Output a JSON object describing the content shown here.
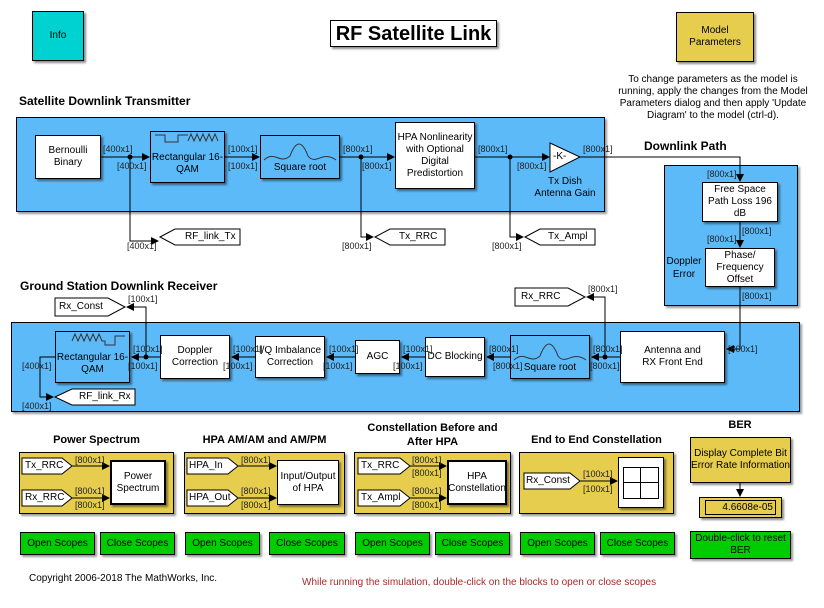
{
  "header": {
    "info_label": "Info",
    "title": "RF Satellite Link",
    "model_params_label": "Model Parameters",
    "note": "To change parameters as the model is running, apply the changes from the Model Parameters dialog and then apply 'Update Diagram' to the model (ctrl-d)."
  },
  "transmitter": {
    "title": "Satellite Downlink Transmitter",
    "bernoulli": "Bernoulli Binary",
    "qam": "Rectangular 16-QAM",
    "sqrt": "Square root",
    "hpa": "HPA Nonlinearity with Optional Digital Predistortion",
    "gain": "-K-",
    "gain_label": "Tx Dish Antenna Gain"
  },
  "tags": {
    "rf_link_tx": "RF_link_Tx",
    "tx_rrc": "Tx_RRC",
    "tx_ampl": "Tx_Ampl",
    "rx_const": "Rx_Const",
    "rx_rrc": "Rx_RRC",
    "rf_link_rx": "RF_link_Rx"
  },
  "downlink": {
    "title": "Downlink Path",
    "fspl": "Free Space Path Loss 196 dB",
    "phase": "Phase/ Frequency Offset",
    "doppler_label": "Doppler Error"
  },
  "receiver": {
    "title": "Ground Station Downlink Receiver",
    "qam": "Rectangular 16-QAM",
    "doppler": "Doppler Correction",
    "iq": "I/Q Imbalance Correction",
    "agc": "AGC",
    "dc": "DC Blocking",
    "sqrt": "Square root",
    "antenna": "Antenna and RX Front End"
  },
  "scopes": [
    {
      "title": "Power Spectrum",
      "in1": "Tx_RRC",
      "in2": "Rx_RRC",
      "block": "Power Spectrum",
      "open": "Open Scopes",
      "close": "Close Scopes"
    },
    {
      "title": "HPA AM/AM and AM/PM",
      "in1": "HPA_In",
      "in2": "HPA_Out",
      "block": "Input/Output of HPA",
      "open": "Open Scopes",
      "close": "Close Scopes"
    },
    {
      "title": "Constellation Before and After HPA",
      "in1": "Tx_RRC",
      "in2": "Tx_Ampl",
      "block": "HPA Constellation",
      "open": "Open Scopes",
      "close": "Close Scopes"
    },
    {
      "title": "End to End Constellation",
      "in1": "Rx_Const",
      "open": "Open Scopes",
      "close": "Close Scopes"
    }
  ],
  "ber": {
    "title": "BER",
    "display": "Display Complete Bit Error Rate Information",
    "value": "4.6608e-05",
    "reset": "Double-click to reset BER"
  },
  "footer": {
    "copyright": "Copyright 2006-2018 The MathWorks, Inc.",
    "hint": "While running the simulation, double-click on the blocks to open or close  scopes"
  },
  "signal_labels": [
    "[400x1]",
    "[400x1]",
    "[100x1]",
    "[100x1]",
    "[800x1]",
    "[800x1]",
    "[800x1]",
    "[800x1]",
    "[800x1]",
    "[400x1]",
    "[800x1]",
    "[800x1]",
    "[800x1]",
    "[800x1]",
    "[800x1]",
    "[800x1]",
    "[100x1]",
    "[800x1]",
    "[100x1]",
    "[100x1]",
    "[100x1]",
    "[100x1]",
    "[100x1]",
    "[100x1]",
    "[100x1]",
    "[100x1]",
    "[800x1]",
    "[800x1]",
    "[800x1]",
    "[400x1]",
    "[400x1]",
    "[800x1]",
    "[800x1]",
    "[800x1]",
    "[800x1]",
    "[800x1]",
    "[800x1]",
    "[800x1]",
    "[800x1]",
    "[800x1]",
    "[800x1]",
    "[800x1]",
    "[800x1]",
    "[100x1]",
    "[100x1]"
  ],
  "colors": {
    "subsystem": "#5cbaf9",
    "info": "#00d2d2",
    "annotation": "#e6cd4e",
    "button": "#00cc00",
    "hint_text": "#a52a2a"
  }
}
